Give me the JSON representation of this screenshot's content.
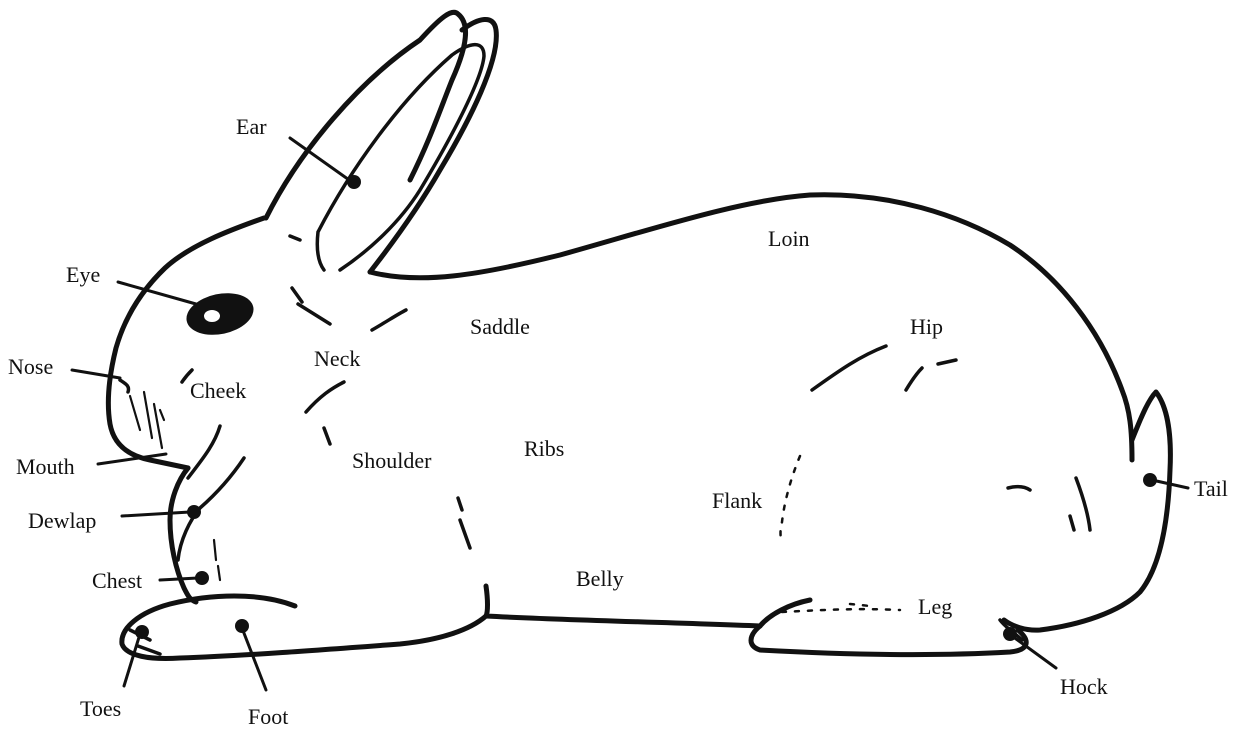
{
  "diagram": {
    "labels": {
      "ear": "Ear",
      "eye": "Eye",
      "nose": "Nose",
      "mouth": "Mouth",
      "dewlap": "Dewlap",
      "chest": "Chest",
      "toes": "Toes",
      "foot": "Foot",
      "cheek": "Cheek",
      "neck": "Neck",
      "shoulder": "Shoulder",
      "ribs": "Ribs",
      "saddle": "Saddle",
      "loin": "Loin",
      "hip": "Hip",
      "flank": "Flank",
      "belly": "Belly",
      "leg": "Leg",
      "hock": "Hock",
      "tail": "Tail"
    }
  }
}
